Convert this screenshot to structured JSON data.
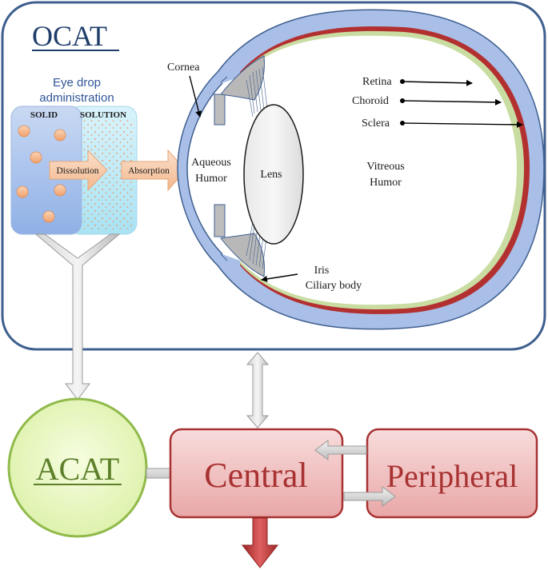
{
  "ocat": {
    "title": "OCAT"
  },
  "eye_drop": {
    "line1": "Eye drop",
    "line2": "administration"
  },
  "forms": {
    "solid": "SOLID",
    "solution": "SOLUTION"
  },
  "processes": {
    "dissolution": "Dissolution",
    "absorption": "Absorption"
  },
  "eye_labels": {
    "cornea": "Cornea",
    "aqueous_line1": "Aqueous",
    "aqueous_line2": "Humor",
    "lens": "Lens",
    "vitreous_line1": "Vitreous",
    "vitreous_line2": "Humor",
    "retina": "Retina",
    "choroid": "Choroid",
    "sclera": "Sclera",
    "iris": "Iris",
    "ciliary_body": "Ciliary body"
  },
  "compartments": {
    "acat": "ACAT",
    "central": "Central",
    "peripheral": "Peripheral"
  },
  "colors": {
    "frame_border": "#3f5f8f",
    "ocat_title": "#1f3d6b",
    "sclera_blue": "#a8bde6",
    "choroid_red": "#b03030",
    "retina_green": "#c8dca0",
    "acat_fill": "#ecf8c6",
    "acat_border": "#8fba4a",
    "compartment_fill": "#f3c4c4",
    "compartment_border": "#a83232",
    "compartment_text": "#a83232",
    "process_arrow": "#f6c8a2",
    "elimination_arrow": "#c83c3c"
  }
}
